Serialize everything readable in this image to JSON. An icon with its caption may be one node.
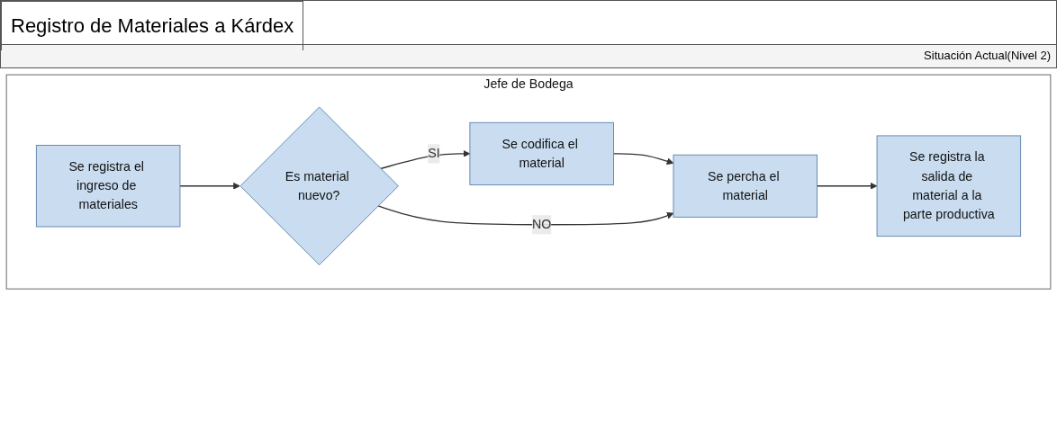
{
  "diagram": {
    "title": "Registro de Materiales a Kárdex",
    "nodes": [
      {
        "text": [
          "Jefe de Bodega"
        ]
      },
      {
        "text": [
          "Se registra el ingreso de materiales"
        ],
        "in": 0
      },
      {
        "text": [
          "Es material nuevo?"
        ],
        "in": 0
      },
      {
        "text": [
          "Se codifica el material"
        ],
        "in": 0
      },
      {
        "text": [
          "Se percha el material"
        ],
        "in": 0
      },
      {
        "text": [
          "Se registra la salida de material a la parte productiva"
        ],
        "in": 0
      }
    ],
    "edges": [
      {
        "from": 1,
        "to": 2,
        "arrow": "to"
      },
      {
        "from": 2,
        "to": 3,
        "arrow": "to",
        "label": "SI"
      },
      {
        "from": 3,
        "to": 4,
        "arrow": "to"
      },
      {
        "from": 2,
        "to": 4,
        "arrow": "to",
        "label": "NO"
      },
      {
        "from": 4,
        "to": 5,
        "arrow": "to"
      }
    ],
    "labels": [
      "Situación Actual(Nivel 2)"
    ]
  }
}
